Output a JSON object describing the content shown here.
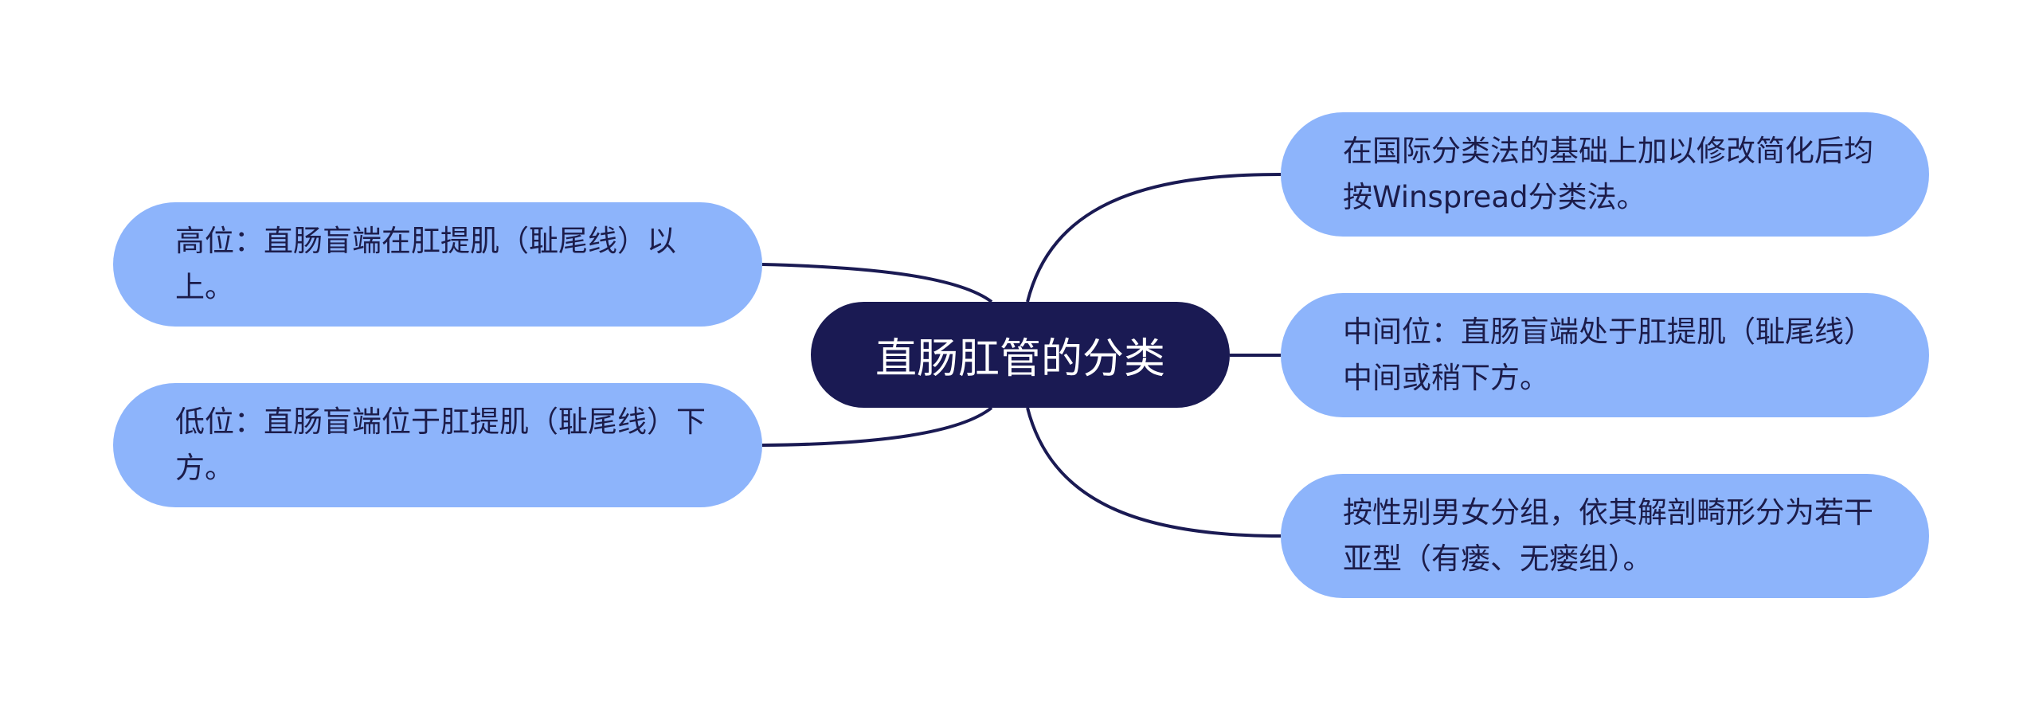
{
  "mindmap": {
    "root": "直肠肛管的分类",
    "left_branches": [
      {
        "text": "高位：直肠盲端在肛提肌（耻尾线）以上。"
      },
      {
        "text": "低位：直肠盲端位于肛提肌（耻尾线）下方。"
      }
    ],
    "right_branches": [
      {
        "text": "在国际分类法的基础上加以修改简化后均按Winspread分类法。"
      },
      {
        "text": "中间位：直肠盲端处于肛提肌（耻尾线）中间或稍下方。"
      },
      {
        "text": "按性别男女分组，依其解剖畸形分为若干亚型（有瘘、无瘘组）。"
      }
    ]
  },
  "colors": {
    "root_fill": "#1a1a53",
    "root_text": "#ffffff",
    "branch_fill": "#8db4fb",
    "branch_text": "#1c1c4a",
    "connector": "#1a1a53"
  }
}
